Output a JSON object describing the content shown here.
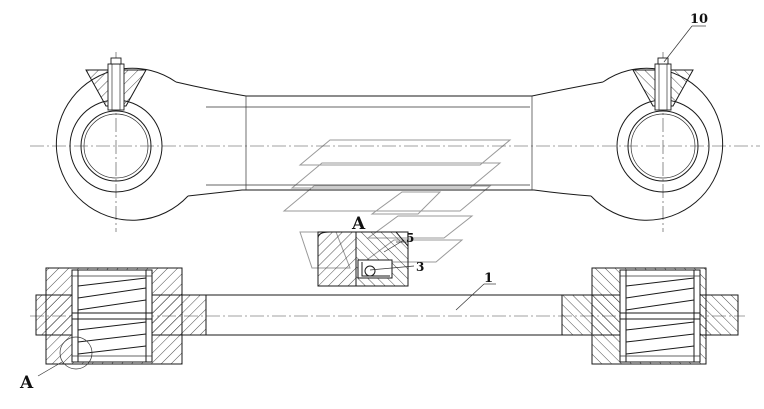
{
  "labels": {
    "part_10": "10",
    "part_5": "5",
    "part_3": "3",
    "part_1": "1",
    "detail_view": "A",
    "detail_callout": "A"
  }
}
